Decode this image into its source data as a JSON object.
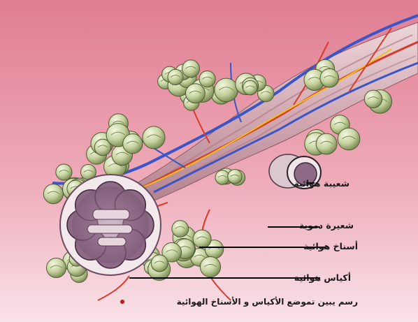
{
  "labels": {
    "bronchiole": "شعيبة هوائية",
    "capillary": "شعيرة دموية",
    "alveoli": "أسناخ هوائية",
    "air_sacs": "أكياس هوائية",
    "caption": "رسم يبين تموضع الأكياس و الأسناخ الهوائية"
  },
  "colors": {
    "background_top": "#e8889a",
    "background_bottom": "#f7d8e0",
    "alveolus": "#c8d6a4",
    "tube": "#d8bcc4",
    "sac_interior": "#9c7a92",
    "artery": "#d83a2a",
    "vein": "#3a55c8",
    "nerve": "#f0c020",
    "leader_line": "#000000"
  }
}
